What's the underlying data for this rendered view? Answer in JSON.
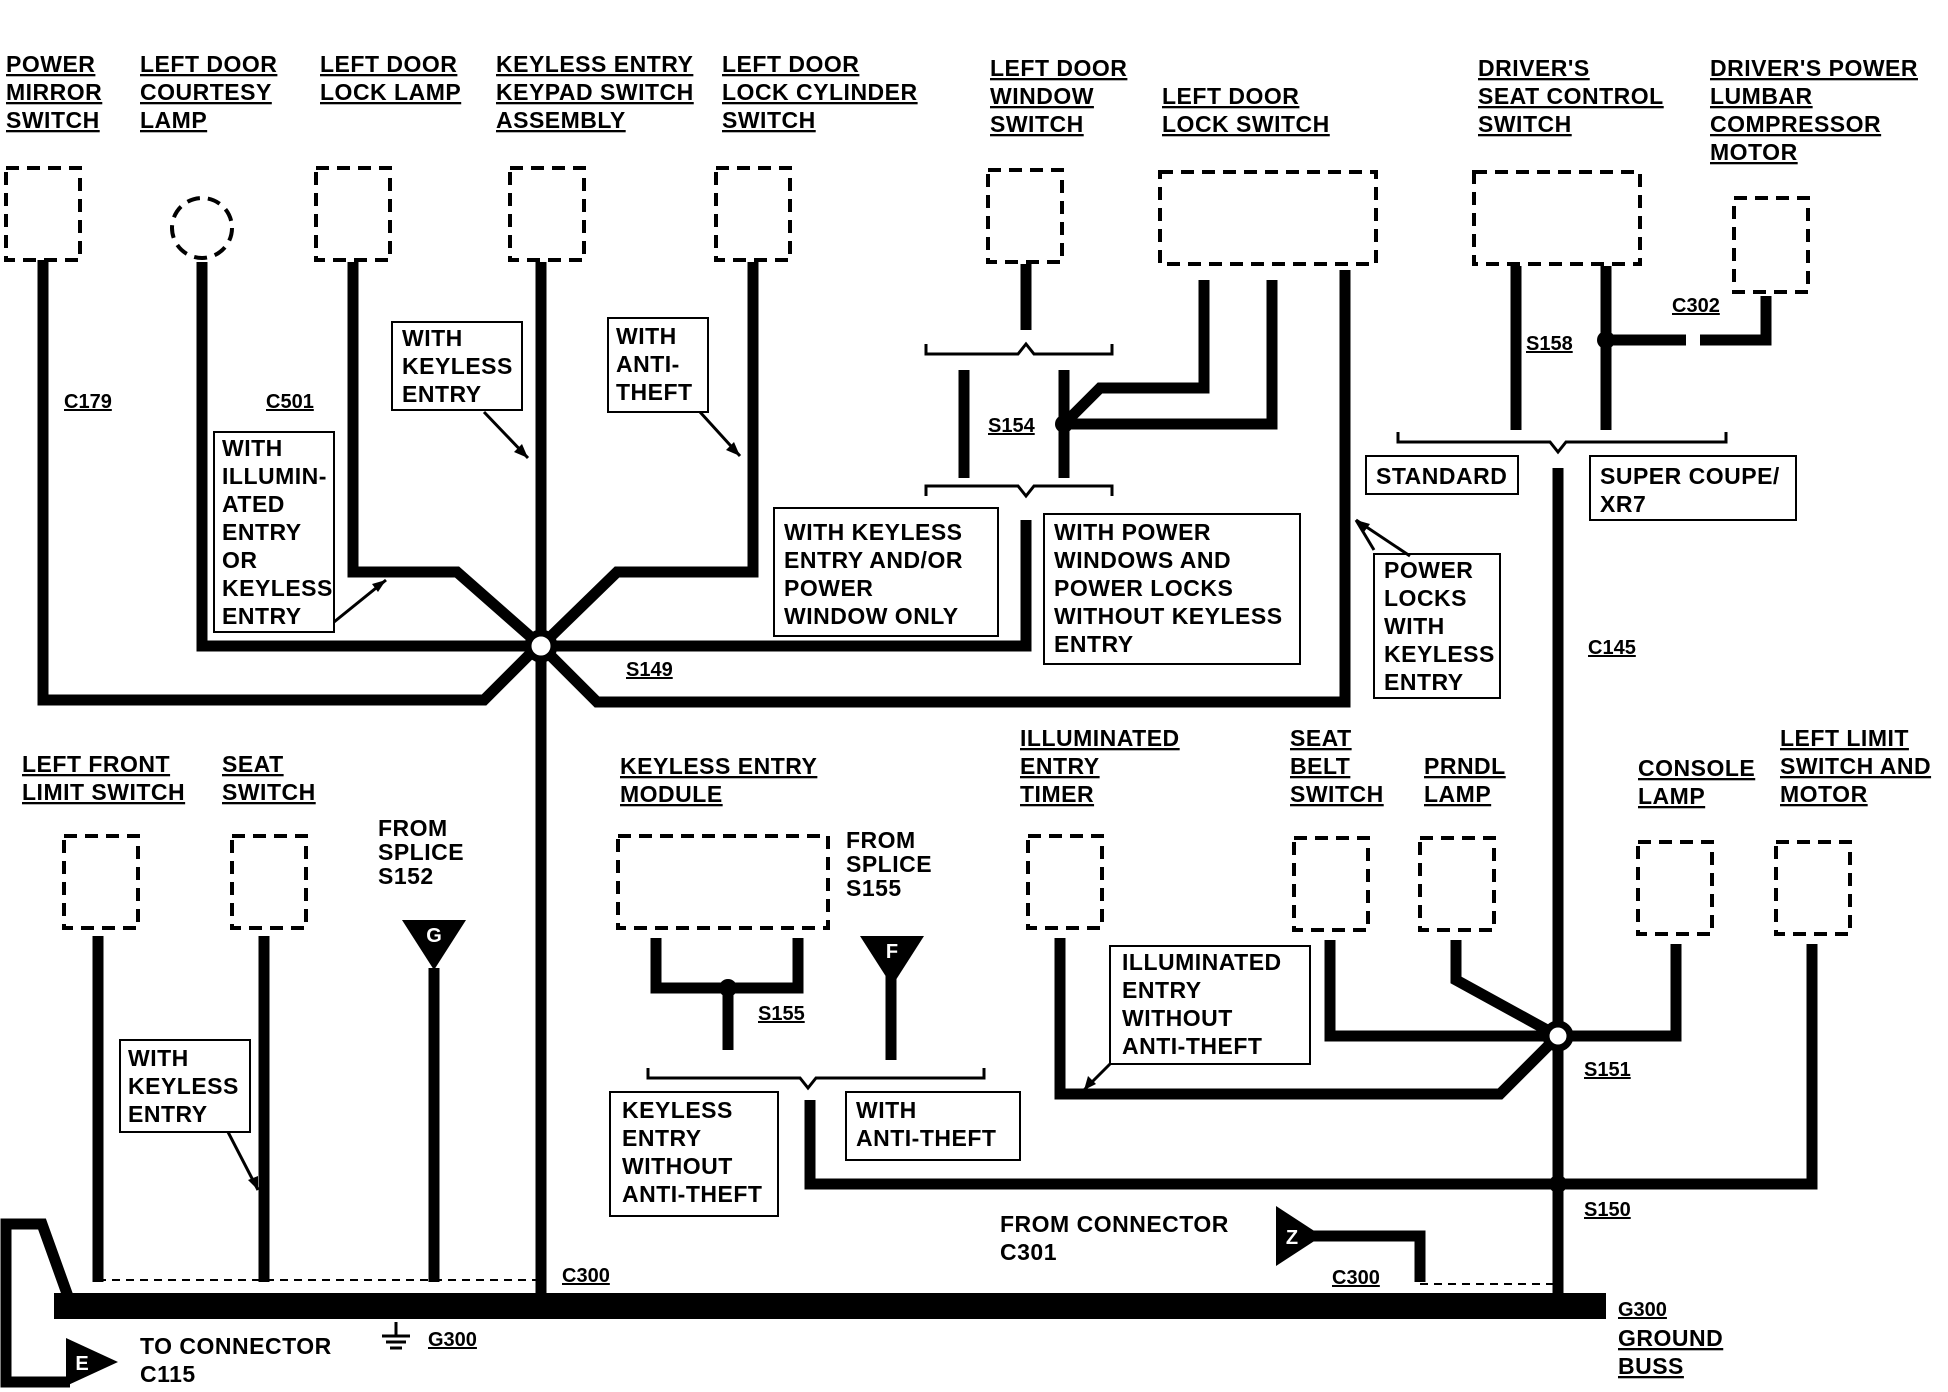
{
  "components": {
    "power_mirror_switch": [
      "POWER",
      "MIRROR",
      "SWITCH"
    ],
    "left_door_courtesy_lamp": [
      "LEFT DOOR",
      "COURTESY",
      "LAMP"
    ],
    "left_door_lock_lamp": [
      "LEFT DOOR",
      "LOCK LAMP"
    ],
    "keyless_entry_keypad": [
      "KEYLESS ENTRY",
      "KEYPAD SWITCH",
      "ASSEMBLY"
    ],
    "left_door_lock_cylinder": [
      "LEFT DOOR",
      "LOCK CYLINDER",
      "SWITCH"
    ],
    "left_door_window_switch": [
      "LEFT DOOR",
      "WINDOW",
      "SWITCH"
    ],
    "left_door_lock_switch": [
      "LEFT DOOR",
      "LOCK SWITCH"
    ],
    "drivers_seat_control": [
      "DRIVER'S",
      "SEAT CONTROL",
      "SWITCH"
    ],
    "drivers_lumbar": [
      "DRIVER'S POWER",
      "LUMBAR",
      "COMPRESSOR",
      "MOTOR"
    ],
    "left_front_limit": [
      "LEFT FRONT",
      "LIMIT SWITCH"
    ],
    "seat_switch": [
      "SEAT",
      "SWITCH"
    ],
    "keyless_entry_module": [
      "KEYLESS ENTRY",
      "MODULE"
    ],
    "illuminated_entry_timer": [
      "ILLUMINATED",
      "ENTRY",
      "TIMER"
    ],
    "seat_belt_switch": [
      "SEAT",
      "BELT",
      "SWITCH"
    ],
    "prndl_lamp": [
      "PRNDL",
      "LAMP"
    ],
    "console_lamp": [
      "CONSOLE",
      "LAMP"
    ],
    "left_limit_motor": [
      "LEFT LIMIT",
      "SWITCH AND",
      "MOTOR"
    ]
  },
  "notes": {
    "with_keyless_entry_top": [
      "WITH",
      "KEYLESS",
      "ENTRY"
    ],
    "with_anti_theft_top": [
      "WITH",
      "ANTI-",
      "THEFT"
    ],
    "with_illuminated": [
      "WITH",
      "ILLUMIN-",
      "ATED",
      "ENTRY",
      "OR",
      "KEYLESS",
      "ENTRY"
    ],
    "keyless_power_window": [
      "WITH KEYLESS",
      "ENTRY AND/OR",
      "POWER",
      "WINDOW ONLY"
    ],
    "power_windows_locks": [
      "WITH POWER",
      "WINDOWS AND",
      "POWER LOCKS",
      "WITHOUT KEYLESS",
      "ENTRY"
    ],
    "power_locks_keyless": [
      "POWER",
      "LOCKS",
      "WITH",
      "KEYLESS",
      "ENTRY"
    ],
    "standard": [
      "STANDARD"
    ],
    "super_coupe": [
      "SUPER COUPE/",
      "XR7"
    ],
    "with_keyless_bottom": [
      "WITH",
      "KEYLESS",
      "ENTRY"
    ],
    "keyless_without_antitheft": [
      "KEYLESS",
      "ENTRY",
      "WITHOUT",
      "ANTI-THEFT"
    ],
    "with_antitheft_bottom": [
      "WITH",
      "ANTI-THEFT"
    ],
    "illuminated_without_antitheft": [
      "ILLUMINATED",
      "ENTRY",
      "WITHOUT",
      "ANTI-THEFT"
    ]
  },
  "splices": {
    "s149": "S149",
    "s154": "S154",
    "s158": "S158",
    "s155": "S155",
    "s151": "S151",
    "s150": "S150"
  },
  "connectors": {
    "c179": "C179",
    "c501": "C501",
    "c302": "C302",
    "c145": "C145",
    "c300_left": "C300",
    "c300_right": "C300"
  },
  "from_splice_s152": [
    "FROM",
    "SPLICE",
    "S152"
  ],
  "from_splice_s155": [
    "FROM",
    "SPLICE",
    "S155"
  ],
  "from_connector_c301": [
    "FROM CONNECTOR",
    "C301"
  ],
  "to_connector_c115": [
    "TO CONNECTOR",
    "C115"
  ],
  "ground_g300": "G300",
  "ground_buss": [
    "G300",
    "GROUND",
    "BUSS"
  ],
  "flags": {
    "g": "G",
    "f": "F",
    "z": "Z",
    "e": "E"
  }
}
